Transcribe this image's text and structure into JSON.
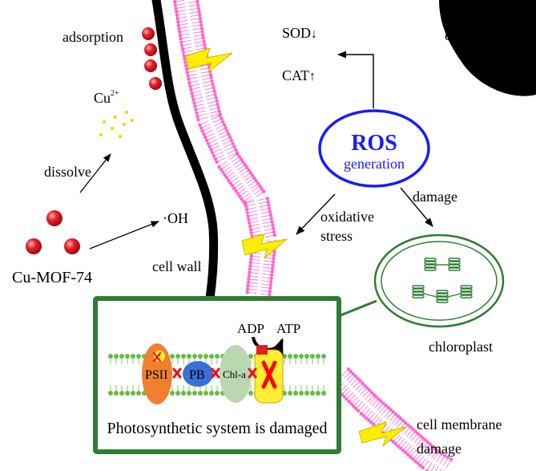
{
  "labels": {
    "adsorption": "adsorption",
    "cu_ion": "Cu",
    "cu_ion_charge": "2+",
    "dissolve": "dissolve",
    "cu_mof": "Cu-MOF-74",
    "hydroxyl": "·OH",
    "cell_wall": "cell wall",
    "sod": "SOD",
    "sod_arrow": "↓",
    "cat": "CAT",
    "cat_arrow": "↑",
    "ros_line1": "ROS",
    "ros_line2": "generation",
    "cell_nucleus": "cell nucleus",
    "damage": "damage",
    "oxidative_line1": "oxidative",
    "oxidative_line2": "stress",
    "chloroplast": "chloroplast",
    "adp": "ADP",
    "atp": "ATP",
    "psii": "PSII",
    "psii_c": "c",
    "pb": "PB",
    "chl_a": "Chl-a",
    "photosynthetic_caption": "Photosynthetic system is damaged",
    "membrane_line1": "cell membrane",
    "membrane_line2": "damage"
  },
  "colors": {
    "membrane": "#ff66cc",
    "particle": "#e8202a",
    "ros": "#1a1aff",
    "chloroplast": "#2e7d32",
    "lightning": "#ffee00",
    "cell_wall": "#000000",
    "inhibit_mark": "#ff0000",
    "psii": "#f08030",
    "pb": "#3a6fd8",
    "chl_a": "#b8d8b0",
    "atp_synthase": "#ffee33"
  }
}
